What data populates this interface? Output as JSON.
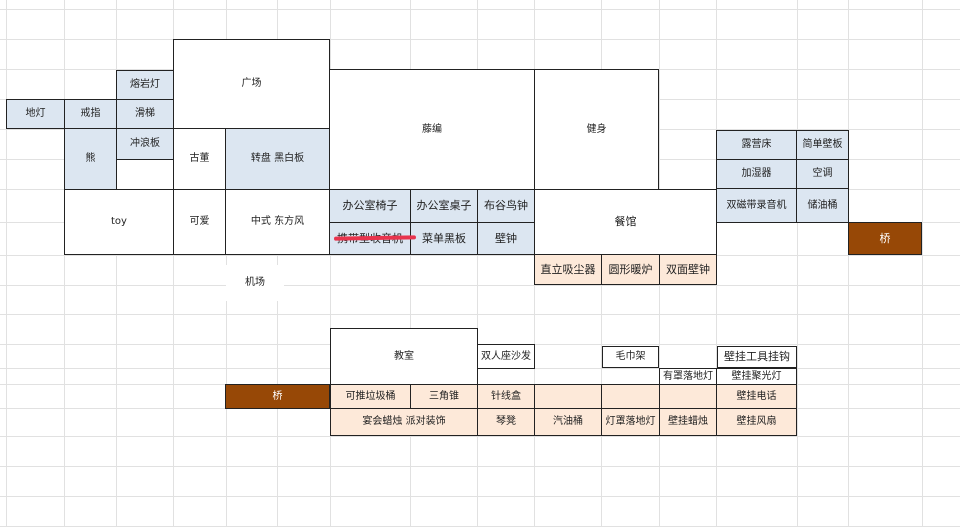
{
  "cells": {
    "c_rongyandeng": "熔岩灯",
    "c_guangchang": "广场",
    "c_didenng": "地灯",
    "c_jiezhi": "戒指",
    "c_huati": "滑梯",
    "c_tengbian": "藤编",
    "c_jianshen": "健身",
    "c_chonglangban": "冲浪板",
    "c_xiong": "熊",
    "c_gudong": "古董",
    "c_zhuanpan": "转盘 黑白板",
    "c_luyingchuang": "露营床",
    "c_jiandanbiban": "简单壁板",
    "c_jiashiqi": "加湿器",
    "c_kongtiao": "空调",
    "c_toy": "toy",
    "c_keai": "可爱",
    "c_zhongshi": "中式 东方风",
    "c_bangongyizi": "办公室椅子",
    "c_bangongzhuozi": "办公室桌子",
    "c_buguniaozhong": "布谷鸟钟",
    "c_canguan": "餐馆",
    "c_shuangci": "双磁带录音机",
    "c_chuyoutong": "储油桶",
    "c_xiedai": "携带型收音机",
    "c_caidan": "菜单黑板",
    "c_bizhong": "壁钟",
    "c_qiao1": "桥",
    "c_zhili": "直立吸尘器",
    "c_yuanxing": "圆形暖炉",
    "c_shuangmian": "双面壁钟",
    "c_jichang": "机场",
    "c_jiaoshi": "教室",
    "c_shuangrenzuo": "双人座沙发",
    "c_maojinjia": "毛巾架",
    "c_guagongju": "壁挂工具挂钩",
    "c_youzhao": "有罩落地灯",
    "c_guajuguang": "壁挂聚光灯",
    "c_qiao2": "桥",
    "c_ketui": "可推垃圾桶",
    "c_sanjiao": "三角锥",
    "c_zhenxian": "针线盒",
    "c_guadianhua": "壁挂电话",
    "c_yanhui": "宴会蜡烛 派对装饰",
    "c_qinji": "琴凳",
    "c_qiyoutong": "汽油桶",
    "c_dengzhao": "灯罩落地灯",
    "c_guazhu": "壁挂蜡烛",
    "c_guafengshan": "壁挂风扇"
  }
}
